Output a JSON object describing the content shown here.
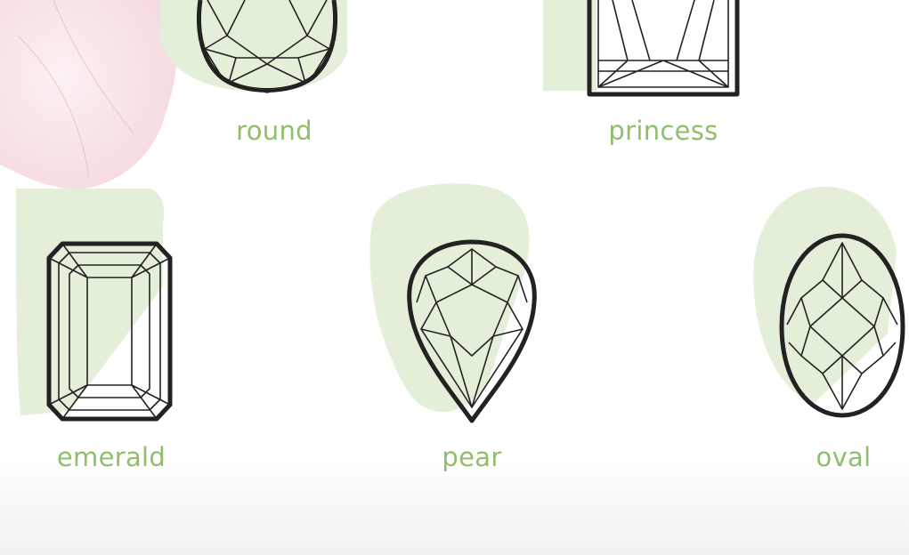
{
  "colors": {
    "label": "#8fbf6a",
    "blob": "#e4efda",
    "outline": "#222222",
    "petal": "#f8dfe2"
  },
  "shapes": [
    {
      "id": "round",
      "label": "round",
      "icon": "round-diamond-icon"
    },
    {
      "id": "princess",
      "label": "princess",
      "icon": "princess-diamond-icon"
    },
    {
      "id": "emerald",
      "label": "emerald",
      "icon": "emerald-diamond-icon"
    },
    {
      "id": "pear",
      "label": "pear",
      "icon": "pear-diamond-icon"
    },
    {
      "id": "oval",
      "label": "oval",
      "icon": "oval-diamond-icon"
    }
  ]
}
